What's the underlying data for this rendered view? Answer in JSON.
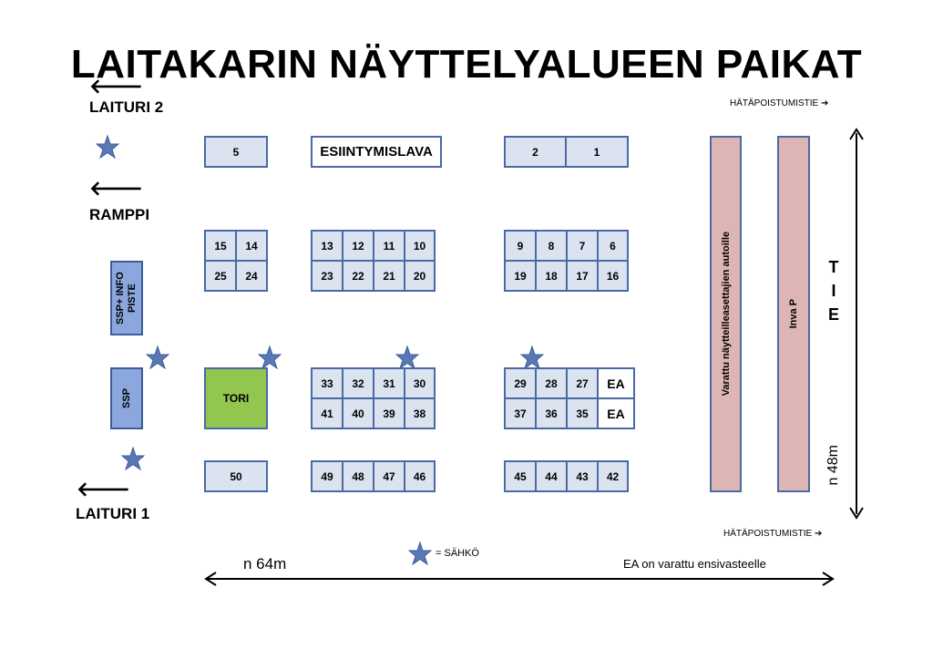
{
  "title": "LAITAKARIN NÄYTTELYALUEEN PAIKAT",
  "exits": {
    "laituri2": "LAITURI 2",
    "ramppi": "RAMPPI",
    "laituri1": "LAITURI 1"
  },
  "emergency_exit": "HÄTÄPOISTUMISTIE",
  "stage": "ESIINTYMISLAVA",
  "ssp_info": "SSP+ INFO PISTE",
  "ssp": "SSP",
  "tori": "TORI",
  "ea": "EA",
  "reserved_exhibitor_cars": "Varattu näytteilleasettajien autoille",
  "inva_p": "Inva P",
  "road": [
    "T",
    "I",
    "E"
  ],
  "dim_width": "n 64m",
  "dim_height": "n 48m",
  "legend_star": "= SÄHKÖ",
  "ea_note": "EA on varattu ensivasteelle",
  "stalls": {
    "top_single": "5",
    "top_right": [
      "2",
      "1"
    ],
    "row2_a": [
      "15",
      "14"
    ],
    "row3_a": [
      "25",
      "24"
    ],
    "row2_b": [
      "13",
      "12",
      "11",
      "10"
    ],
    "row3_b": [
      "23",
      "22",
      "21",
      "20"
    ],
    "row2_c": [
      "9",
      "8",
      "7",
      "6"
    ],
    "row3_c": [
      "19",
      "18",
      "17",
      "16"
    ],
    "row4_b": [
      "33",
      "32",
      "31",
      "30"
    ],
    "row5_b": [
      "41",
      "40",
      "39",
      "38"
    ],
    "row4_c": [
      "29",
      "28",
      "27"
    ],
    "row5_c": [
      "37",
      "36",
      "35"
    ],
    "bottom_single": "50",
    "bottom_b": [
      "49",
      "48",
      "47",
      "46"
    ],
    "bottom_c": [
      "45",
      "44",
      "43",
      "42"
    ]
  },
  "colors": {
    "stall_fill": "#dbe3f1",
    "stall_border": "#4a6aa3",
    "tori_fill": "#92c64e",
    "ssp_fill": "#8ba7dd",
    "reserved_fill": "#deb5b5",
    "star_fill": "#5a78b5"
  }
}
